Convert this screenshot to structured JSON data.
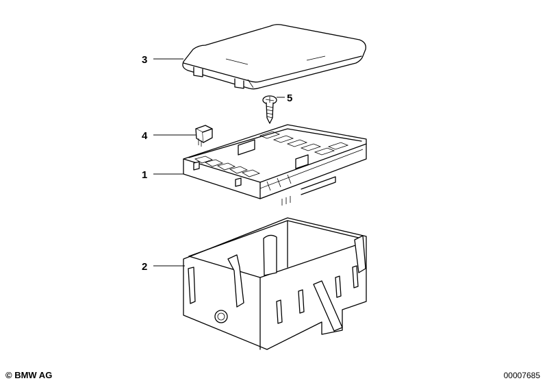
{
  "callouts": [
    {
      "number": "1",
      "part": "fuse-carrier"
    },
    {
      "number": "2",
      "part": "fuse-box-housing"
    },
    {
      "number": "3",
      "part": "fuse-box-cover"
    },
    {
      "number": "4",
      "part": "fuse"
    },
    {
      "number": "5",
      "part": "screw"
    }
  ],
  "footer": {
    "copyright": "© BMW AG",
    "diagram_number": "00007685"
  }
}
